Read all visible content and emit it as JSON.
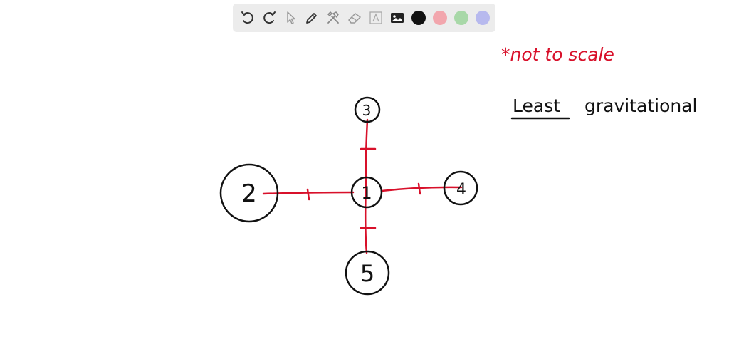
{
  "toolbar": {
    "tools": [
      {
        "name": "undo-icon",
        "label": "Undo"
      },
      {
        "name": "redo-icon",
        "label": "Redo"
      },
      {
        "name": "pointer-icon",
        "label": "Select"
      },
      {
        "name": "pen-icon",
        "label": "Pen"
      },
      {
        "name": "tools-icon",
        "label": "Tools"
      },
      {
        "name": "eraser-icon",
        "label": "Eraser"
      },
      {
        "name": "text-icon",
        "label": "Text"
      },
      {
        "name": "image-icon",
        "label": "Image"
      }
    ],
    "colors": {
      "black": "#111111",
      "red": "#f2a6ad",
      "green": "#a8d8a8",
      "blue": "#b7b9ee"
    }
  },
  "drawing": {
    "note_text": "*not to scale",
    "heading_underlined": "Least",
    "heading_rest": "gravitational",
    "circle_labels": [
      "1",
      "2",
      "3",
      "4",
      "5"
    ],
    "ink_red": "#d8102a",
    "ink_black": "#111111"
  }
}
